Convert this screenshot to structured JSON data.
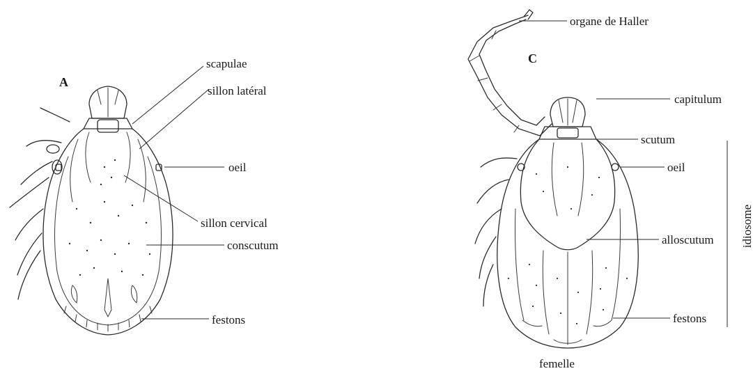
{
  "figure_A": {
    "panel_letter": "A",
    "labels": {
      "scapulae": "scapulae",
      "sillon_lateral": "sillon latéral",
      "oeil": "oeil",
      "sillon_cervical": "sillon cervical",
      "conscutum": "conscutum",
      "festons": "festons"
    }
  },
  "figure_C": {
    "panel_letter": "C",
    "labels": {
      "organe_de_haller": "organe de Haller",
      "capitulum": "capitulum",
      "scutum": "scutum",
      "oeil": "oeil",
      "alloscutum": "alloscutum",
      "festons": "festons",
      "idiosome": "idiosome"
    },
    "caption": "femelle"
  },
  "colors": {
    "ink": "#2a2a2a",
    "background": "#ffffff"
  }
}
